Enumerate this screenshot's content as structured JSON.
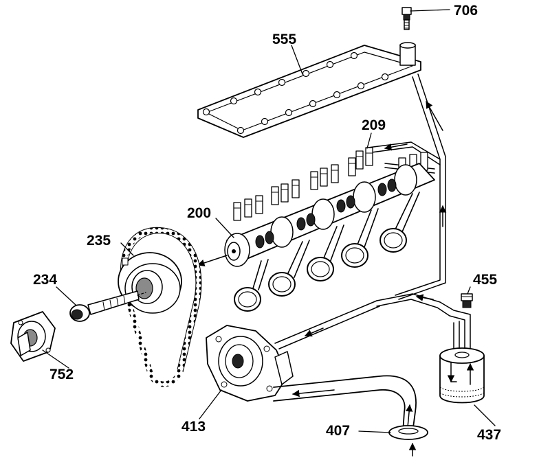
{
  "callouts": [
    {
      "id": "706",
      "text": "706"
    },
    {
      "id": "555",
      "text": "555"
    },
    {
      "id": "209",
      "text": "209"
    },
    {
      "id": "200",
      "text": "200"
    },
    {
      "id": "235",
      "text": "235"
    },
    {
      "id": "234",
      "text": "234"
    },
    {
      "id": "455",
      "text": "455"
    },
    {
      "id": "752",
      "text": "752"
    },
    {
      "id": "413",
      "text": "413"
    },
    {
      "id": "407",
      "text": "407"
    },
    {
      "id": "437",
      "text": "437"
    }
  ]
}
